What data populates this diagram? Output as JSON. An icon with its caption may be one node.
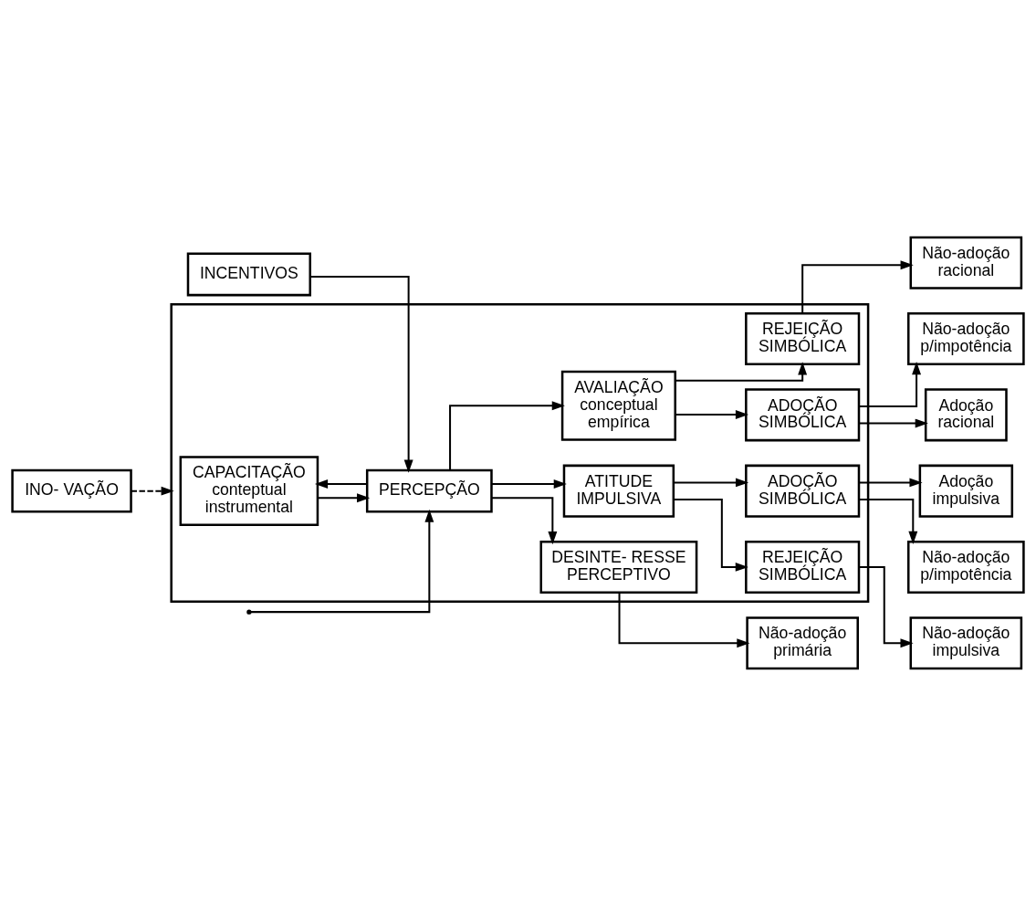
{
  "diagram": {
    "nodes": [
      {
        "text": [],
        "shape": "box"
      },
      {
        "text": [
          "CAPACITAÇÃO",
          "conteptual instrumental"
        ],
        "in": 0
      },
      {
        "text": [
          "REJEIÇÃO SIMBÓLICA"
        ],
        "in": 0
      },
      {
        "text": [
          "AVALIAÇÃO",
          "conceptual empírica"
        ],
        "in": 0
      },
      {
        "text": [
          "ADOÇÃO SIMBÓLICA"
        ],
        "in": 0
      },
      {
        "text": [
          "PERCEPÇÃO"
        ],
        "in": 0
      },
      {
        "text": [
          "ADOÇÃO SIMBÓLICA"
        ],
        "in": 0
      },
      {
        "text": [
          "ATITUDE IMPULSIVA"
        ],
        "in": 0
      },
      {
        "text": [
          "DESINTE- RESSE PERCEPTIVO"
        ],
        "in": 0
      },
      {
        "text": [
          "REJEIÇÃO SIMBÓLICA"
        ],
        "in": 0
      },
      {
        "text": [
          "Não-adoção racional"
        ]
      },
      {
        "text": [
          "Não-adoção p/impotência"
        ]
      },
      {
        "text": [
          "Adoção racional"
        ]
      },
      {
        "text": [
          "INO- VAÇÃO"
        ]
      },
      {
        "text": [
          "Adoção impulsiva"
        ]
      },
      {
        "text": [
          "Não-adoção p/impotência"
        ]
      },
      {
        "text": [
          "Não-adoção impulsiva"
        ]
      },
      {
        "text": [
          "Não-adoção primária"
        ]
      },
      {
        "text": [
          "INCENTIVOS"
        ]
      }
    ],
    "edges": [
      {
        "from": 13,
        "to": 0,
        "arrow": "to",
        "style": "dashed"
      },
      {
        "from": 18,
        "to": 5,
        "arrow": "to"
      },
      {
        "from": 5,
        "to": 1,
        "arrow": "to"
      },
      {
        "from": 1,
        "to": 5,
        "arrow": "to"
      },
      {
        "from": 5,
        "to": 3,
        "arrow": "to"
      },
      {
        "from": 3,
        "to": 2,
        "arrow": "to"
      },
      {
        "from": 3,
        "to": 4,
        "arrow": "to"
      },
      {
        "from": 2,
        "to": 10,
        "arrow": "to"
      },
      {
        "from": 4,
        "to": 11,
        "arrow": "to"
      },
      {
        "from": 4,
        "to": 12,
        "arrow": "to"
      },
      {
        "from": null,
        "to": 5,
        "arrow": "to"
      },
      {
        "from": 5,
        "to": 7,
        "arrow": "to"
      },
      {
        "from": 5,
        "to": 8,
        "arrow": "to"
      },
      {
        "from": 7,
        "to": 6,
        "arrow": "to"
      },
      {
        "from": 7,
        "to": 9,
        "arrow": "to"
      },
      {
        "from": 6,
        "to": 14,
        "arrow": "to"
      },
      {
        "from": 6,
        "to": 15,
        "arrow": "to"
      },
      {
        "from": 9,
        "to": 16,
        "arrow": "to"
      },
      {
        "from": 8,
        "to": 17,
        "arrow": "to"
      }
    ]
  }
}
